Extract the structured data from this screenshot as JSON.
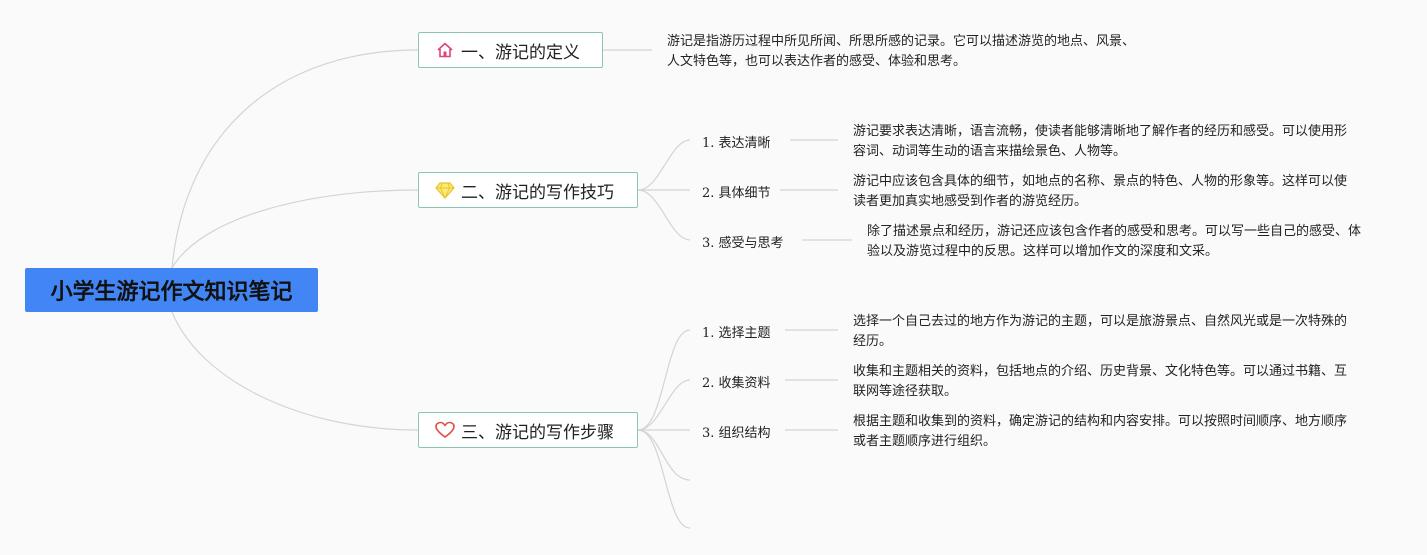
{
  "root": {
    "title": "小学生游记作文知识笔记"
  },
  "branches": [
    {
      "label": "一、游记的定义",
      "icon": "home-icon",
      "description": "游记是指游历过程中所见所闻、所思所感的记录。它可以描述游览的地点、风景、人文特色等，也可以表达作者的感受、体验和思考。"
    },
    {
      "label": "二、游记的写作技巧",
      "icon": "diamond-icon",
      "items": [
        {
          "label": "1. 表达清晰",
          "description": "游记要求表达清晰，语言流畅，使读者能够清晰地了解作者的经历和感受。可以使用形容词、动词等生动的语言来描绘景色、人物等。"
        },
        {
          "label": "2. 具体细节",
          "description": "游记中应该包含具体的细节，如地点的名称、景点的特色、人物的形象等。这样可以使读者更加真实地感受到作者的游览经历。"
        },
        {
          "label": "3. 感受与思考",
          "description": "除了描述景点和经历，游记还应该包含作者的感受和思考。可以写一些自己的感受、体验以及游览过程中的反思。这样可以增加作文的深度和文采。"
        }
      ]
    },
    {
      "label": "三、游记的写作步骤",
      "icon": "heart-icon",
      "items": [
        {
          "label": "1. 选择主题",
          "description": "选择一个自己去过的地方作为游记的主题，可以是旅游景点、自然风光或是一次特殊的经历。"
        },
        {
          "label": "2. 收集资料",
          "description": "收集和主题相关的资料，包括地点的介绍、历史背景、文化特色等。可以通过书籍、互联网等途径获取。"
        },
        {
          "label": "3. 组织结构",
          "description": "根据主题和收集到的资料，确定游记的结构和内容安排。可以按照时间顺序、地方顺序或者主题顺序进行组织。"
        }
      ]
    }
  ],
  "colors": {
    "root_fill": "#4285f4",
    "branch_border": "#8cc5b5",
    "connector": "#d4d4d4",
    "home_icon": "#e0427a",
    "diamond_icon": "#f5dd3c",
    "heart_icon": "#e34a3f",
    "background": "#fafafa"
  }
}
